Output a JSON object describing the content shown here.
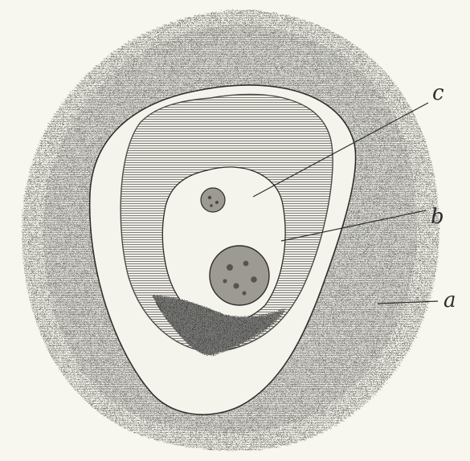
{
  "figure": {
    "labels": {
      "c": "c",
      "b": "b",
      "a": "a"
    },
    "colors": {
      "paper": "#f7f6ef",
      "outer_wall": "#8a8a85",
      "middle_layer": "#a3a39e",
      "inner_space": "#f5f4ec",
      "dark_mass": "#2f2f2c",
      "nucleus": "#9d9a94",
      "ink": "#2e2e2e"
    }
  }
}
